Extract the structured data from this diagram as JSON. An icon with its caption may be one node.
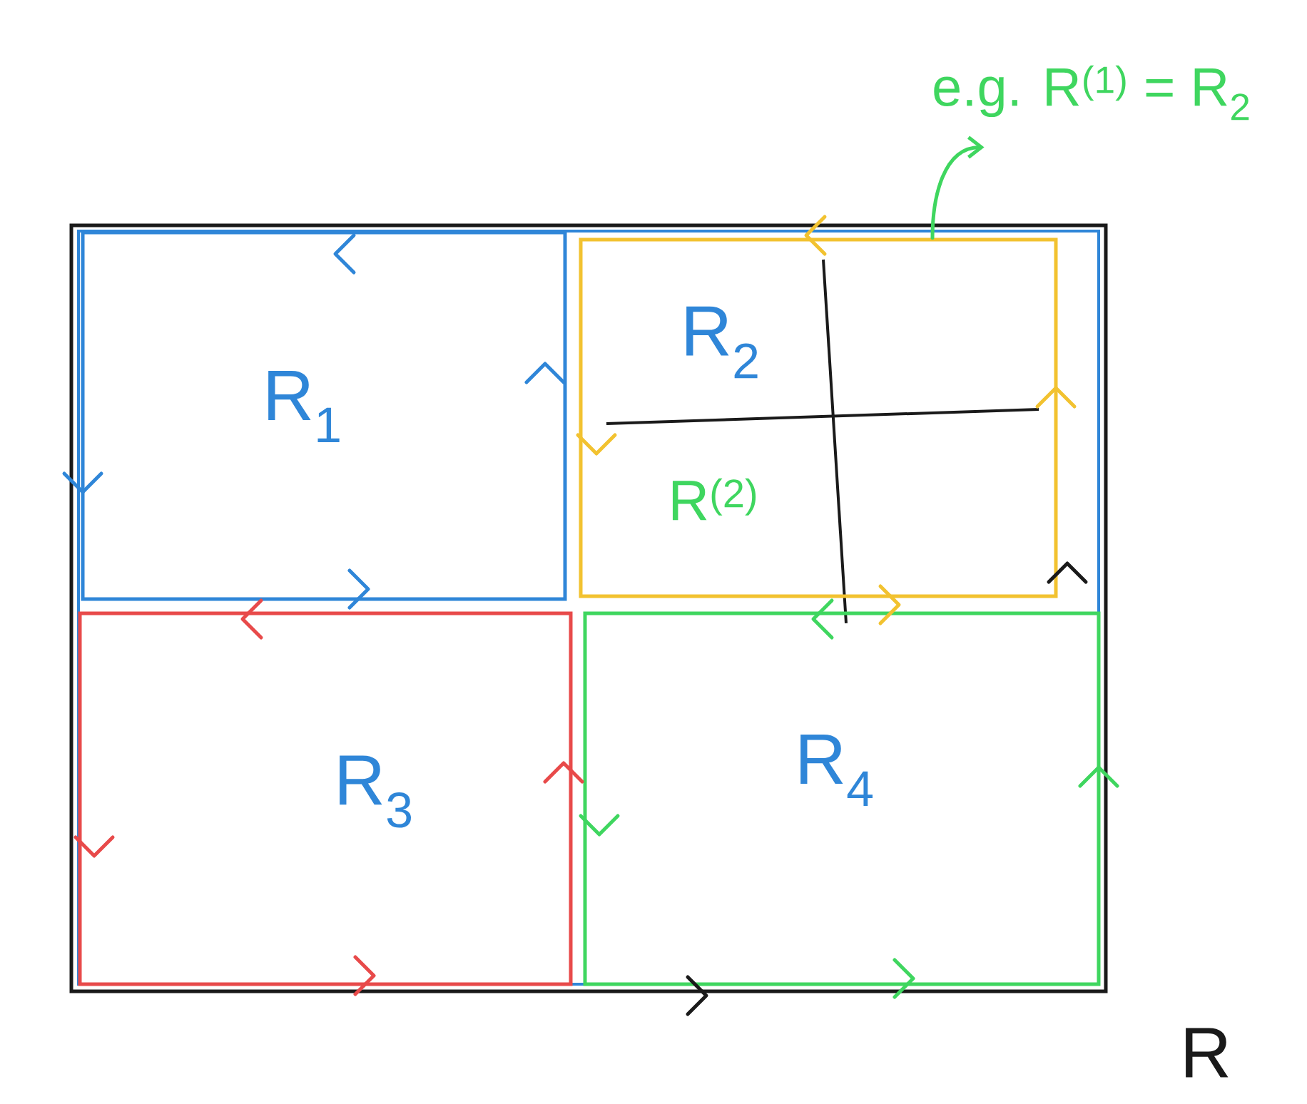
{
  "diagram": {
    "nodes": [
      {
        "text": [
          "R"
        ]
      },
      {
        "text": [
          "R$_{1}$"
        ],
        "in": 0
      },
      {
        "text": [
          "R$_{2}$"
        ],
        "in": 0
      },
      {
        "text": [
          "R$^{(2)}$"
        ],
        "in": 2
      },
      {
        "text": [
          "R$_{3}$"
        ],
        "in": 0
      },
      {
        "text": [
          "R$_{4}$"
        ],
        "in": 0
      },
      {
        "text": [
          "e.g. R$^{(1)}$ = R$_{2}$"
        ]
      }
    ],
    "edges": [
      {
        "from": 2,
        "to": 6,
        "arrow": "to",
        "color": "#3fd65f"
      }
    ]
  }
}
